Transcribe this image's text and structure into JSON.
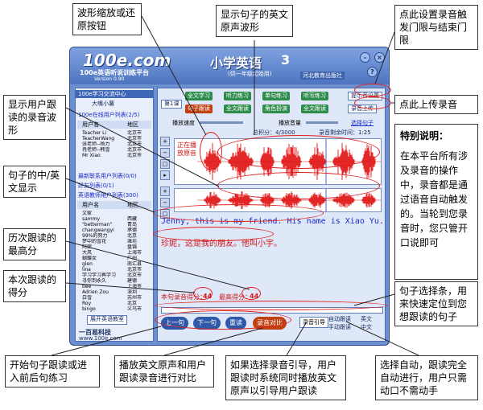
{
  "window": {
    "logo": "100e.com",
    "logo_sub": "100e英语听说训练平台",
    "version": "Version 0.90",
    "title": "小学英语",
    "grade": "3",
    "edition": "(供一年级起始用)",
    "publisher": "河北教育出版社",
    "ctrl_min": "–",
    "ctrl_close": "×",
    "ctrl_help": "?"
  },
  "sidebar": {
    "center_title": "100e学习交流中心",
    "user_name": "大嘴小薯",
    "online_list": "100e在线用户列表(2/5)",
    "col_user": "用户名",
    "col_region": "地区",
    "users": [
      {
        "name": "Teacher Li",
        "region": "北京市"
      },
      {
        "name": "TeacherWang",
        "region": "北京市"
      },
      {
        "name": "张老师--杨力",
        "region": "北京市"
      },
      {
        "name": "冉老师--韩雪",
        "region": "北京市"
      },
      {
        "name": "Mr Xiao",
        "region": "北京市"
      }
    ],
    "recent_list": "最新联系用户列表(0/0)",
    "friends_list": "好友列表(0/1)",
    "school_list": "英语教师用户列表(300)",
    "class_users": [
      {
        "name": "文家",
        "region": ""
      },
      {
        "name": "sammy",
        "region": "西藏"
      },
      {
        "name": "\"betterman\"",
        "region": "青岛"
      },
      {
        "name": "changwangyi",
        "region": "承德"
      },
      {
        "name": "99%的努力",
        "region": "北京"
      },
      {
        "name": "梦中的雪花",
        "region": "潍坊"
      },
      {
        "name": "阿荣",
        "region": "盘锦"
      },
      {
        "name": "大风",
        "region": "上海市"
      },
      {
        "name": "蝴蝶女",
        "region": "广州"
      },
      {
        "name": "glen",
        "region": "南汇县"
      },
      {
        "name": "lina",
        "region": "北京市"
      },
      {
        "name": "学习学习再学习",
        "region": "北京市"
      },
      {
        "name": "寻你到永久",
        "region": "建德"
      },
      {
        "name": "bee",
        "region": "上海市"
      },
      {
        "name": "Adrien Zou",
        "region": "深圳"
      },
      {
        "name": "白雪",
        "region": "苏州市"
      },
      {
        "name": "Roy",
        "region": "北京"
      },
      {
        "name": "bingo",
        "region": "义乌市"
      }
    ],
    "open_button": "展开英语教室",
    "footer_brand": "一百易科技",
    "footer_url": "www.100e.com"
  },
  "main": {
    "tabs_row1": [
      "全文学习",
      "听力练习",
      "单句练习",
      "听写练习"
    ],
    "tabs_row2": [
      "句子跟读",
      "全文跟读",
      "角色扮演",
      "全文跟读"
    ],
    "lesson": "第1课",
    "settings_button": "提示音设置",
    "upload_button": "录音上传",
    "speed_label": "播放速度",
    "volume_label": "播放音量",
    "select_sentence": "选择句子",
    "total_score": "总积分：4/3000",
    "record_time": "录音剩余时间：1:25",
    "playing_label": "正在播放原音",
    "sentence_en": "Jenny, this is my friend. His name is Xiao Yu.",
    "sentence_zh": "珍妮，这是我的朋友。他叫小宇。",
    "this_score_label": "本句录音得分：",
    "this_score": "44",
    "best_score_label": "最高得分：",
    "best_score": "44",
    "btn_prev": "上一句",
    "btn_next": "下一句",
    "btn_retry": "重读",
    "btn_compare": "录音对比",
    "guide_label": "录音引导",
    "auto_follow": "自动跟读",
    "manual_follow": "手动跟读",
    "lang_en": "英文",
    "lang_zh": "中文"
  },
  "callouts": {
    "wave_zoom": "波形缩放或还原按钮",
    "show_wave": "显示句子的英文原声波形",
    "threshold": "点此设置录音触发门限与结束门限",
    "upload": "点此上传录音",
    "user_wave": "显示用户跟读的录音波形",
    "special_title": "特别说明：",
    "special_body": "在本平台所有涉及录音的操作中，录音都是通过语音自动触发的。当轮到您录音时，您只管开口说即可",
    "sentence_show": "句子的中/英文显示",
    "best_score": "历次跟读的最高分",
    "this_score": "本次跟读的得分",
    "sentence_bar": "句子选择条，用来快速定位到您想跟读的句子",
    "start": "开始句子跟读或进入前后句练习",
    "compare": "播放英文原声和用户跟读录音进行对比",
    "guide": "如果选择录音引导，用户跟读时系统同时播放英文原声以引导用户跟读",
    "auto": "选择自动，跟读完全自动进行，用户只需动口不需动手"
  }
}
